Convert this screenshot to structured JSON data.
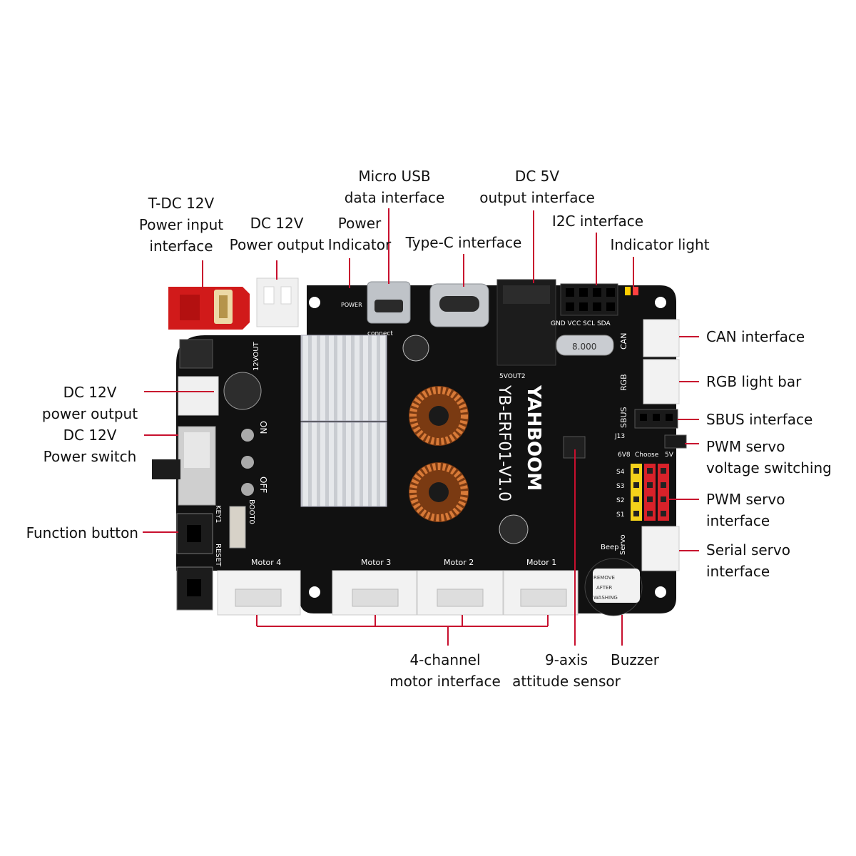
{
  "colors": {
    "board": "#111111",
    "leader": "#c8102e",
    "heatsink": "#d9dce0",
    "connector": "#f2f2f2",
    "xt30": "#d11a1a",
    "copper": "#c8682a",
    "header_yellow": "#f4d21a",
    "header_red": "#d8222a"
  },
  "callouts": {
    "tdc_power_input": [
      "T-DC 12V",
      "Power input",
      "interface"
    ],
    "dc12v_output_top": [
      "DC 12V",
      "Power output"
    ],
    "power_indicator": [
      "Power",
      "Indicator"
    ],
    "micro_usb": [
      "Micro USB",
      "data interface"
    ],
    "type_c": [
      "Type-C interface"
    ],
    "dc5v_output": [
      "DC 5V",
      "output interface"
    ],
    "i2c": [
      "I2C interface"
    ],
    "indicator_light": [
      "Indicator light"
    ],
    "can": [
      "CAN interface"
    ],
    "rgb": [
      "RGB light bar"
    ],
    "sbus": [
      "SBUS interface"
    ],
    "pwm_voltage": [
      "PWM servo",
      "voltage switching"
    ],
    "pwm_servo": [
      "PWM servo",
      "interface"
    ],
    "serial_servo": [
      "Serial servo",
      "interface"
    ],
    "dc12v_output_left": [
      "DC 12V",
      "power output"
    ],
    "power_switch": [
      "DC 12V",
      "Power switch"
    ],
    "function_button": [
      "Function button"
    ],
    "motor_interface": [
      "4-channel",
      "motor interface"
    ],
    "attitude_sensor": [
      "9-axis",
      "attitude sensor"
    ],
    "buzzer": [
      "Buzzer"
    ]
  },
  "silkscreen": {
    "brand": "YAHBOOM",
    "model": "YB-ERF01-V1.0",
    "out12v": "12VOUT",
    "on": "ON",
    "off": "OFF",
    "key": "KEY1",
    "boot": "BOOT0",
    "reset": "RESET",
    "motor4": "Motor 4",
    "motor3": "Motor 3",
    "motor2": "Motor 2",
    "motor1": "Motor 1",
    "can": "CAN",
    "rgb": "RGB",
    "sbus": "SBUS",
    "j13": "J13",
    "v6v8": "6V8",
    "choose": "Choose",
    "v5v": "5V",
    "s4": "S4",
    "s3": "S3",
    "s2": "S2",
    "s1": "S1",
    "servo": "Servo",
    "beep": "Beep",
    "i2c_pins": "GND VCC SCL SDA",
    "out5v": "5VOUT2",
    "connect": "connect",
    "power": "POWER",
    "buzzer_sticker": [
      "REMOVE",
      "AFTER",
      "WASHING"
    ],
    "crystal": "8.000"
  }
}
